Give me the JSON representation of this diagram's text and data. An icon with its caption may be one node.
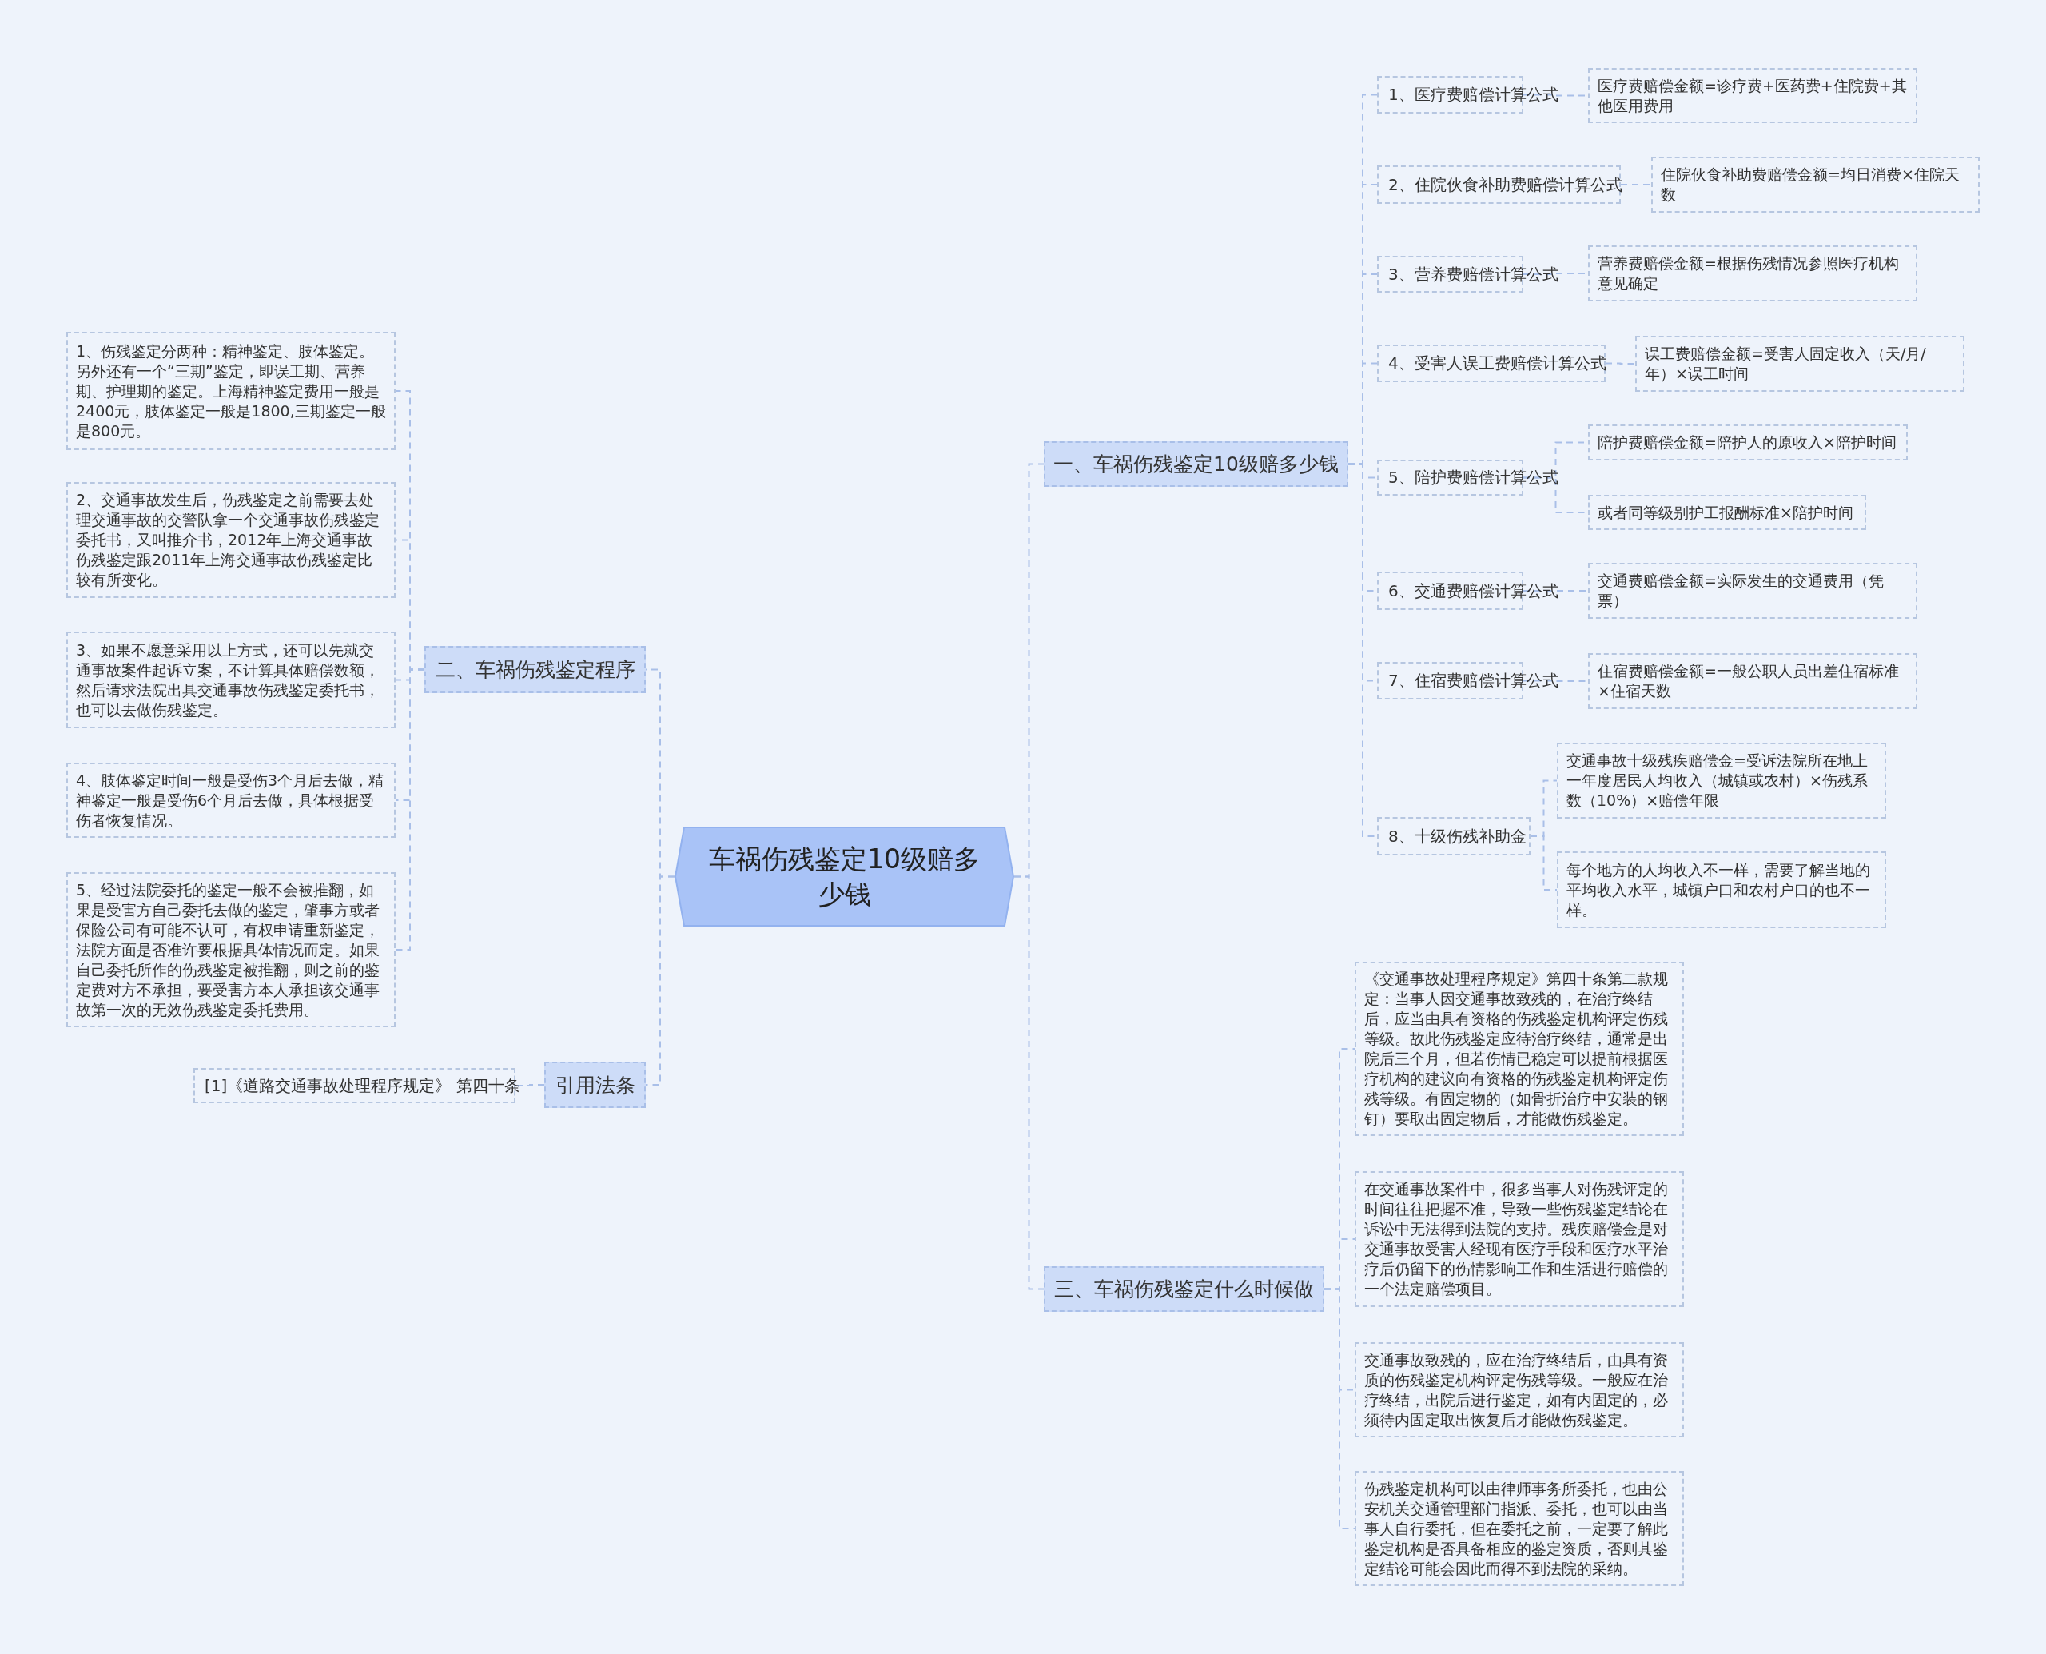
{
  "diagram": {
    "nodes": [
      {
        "text": [
          "车祸伤残鉴定10级赔多少钱"
        ]
      },
      {
        "text": [
          "一、车祸伤残鉴定10级赔多少钱"
        ]
      },
      {
        "text": [
          "1、医疗费赔偿计算公式"
        ]
      },
      {
        "text": [
          "医疗费赔偿金额=诊疗费+医药费+住院费+其他医用费用"
        ]
      },
      {
        "text": [
          "2、住院伙食补助费赔偿计算公式"
        ]
      },
      {
        "text": [
          "住院伙食补助费赔偿金额=均日消费×住院天数"
        ]
      },
      {
        "text": [
          "3、营养费赔偿计算公式"
        ]
      },
      {
        "text": [
          "营养费赔偿金额=根据伤残情况参照医疗机构意见确定"
        ]
      },
      {
        "text": [
          "4、受害人误工费赔偿计算公式"
        ]
      },
      {
        "text": [
          "误工费赔偿金额=受害人固定收入（天/月/年）×误工时间"
        ]
      },
      {
        "text": [
          "5、陪护费赔偿计算公式"
        ]
      },
      {
        "text": [
          "陪护费赔偿金额=陪护人的原收入×陪护时间"
        ]
      },
      {
        "text": [
          "或者同等级别护工报酬标准×陪护时间"
        ]
      },
      {
        "text": [
          "6、交通费赔偿计算公式"
        ]
      },
      {
        "text": [
          "交通费赔偿金额=实际发生的交通费用（凭票）"
        ]
      },
      {
        "text": [
          "7、住宿费赔偿计算公式"
        ]
      },
      {
        "text": [
          "住宿费赔偿金额=一般公职人员出差住宿标准×住宿天数"
        ]
      },
      {
        "text": [
          "8、十级伤残补助金"
        ]
      },
      {
        "text": [
          "交通事故十级残疾赔偿金=受诉法院所在地上一年度居民人均收入（城镇或农村）×伤残系数（10%）×赔偿年限"
        ]
      },
      {
        "text": [
          "每个地方的人均收入不一样，需要了解当地的平均收入水平，城镇户口和农村户口的也不一样。"
        ]
      },
      {
        "text": [
          "三、车祸伤残鉴定什么时候做"
        ]
      },
      {
        "text": [
          "《交通事故处理程序规定》第四十条第二款规定：当事人因交通事故致残的，在治疗终结后，应当由具有资格的伤残鉴定机构评定伤残等级。故此伤残鉴定应待治疗终结，通常是出院后三个月，但若伤情已稳定可以提前根据医疗机构的建议向有资格的伤残鉴定机构评定伤残等级。有固定物的（如骨折治疗中安装的钢钉）要取出固定物后，才能做伤残鉴定。"
        ]
      },
      {
        "text": [
          "在交通事故案件中，很多当事人对伤残评定的时间往往把握不准，导致一些伤残鉴定结论在诉讼中无法得到法院的支持。残疾赔偿金是对交通事故受害人经现有医疗手段和医疗水平治疗后仍留下的伤情影响工作和生活进行赔偿的一个法定赔偿项目。"
        ]
      },
      {
        "text": [
          "交通事故致残的，应在治疗终结后，由具有资质的伤残鉴定机构评定伤残等级。一般应在治疗终结，出院后进行鉴定，如有内固定的，必须待内固定取出恢复后才能做伤残鉴定。"
        ]
      },
      {
        "text": [
          "伤残鉴定机构可以由律师事务所委托，也由公安机关交通管理部门指派、委托，也可以由当事人自行委托，但在委托之前，一定要了解此鉴定机构是否具备相应的鉴定资质，否则其鉴定结论可能会因此而得不到法院的采纳。"
        ]
      },
      {
        "text": [
          "二、车祸伤残鉴定程序"
        ]
      },
      {
        "text": [
          "1、伤残鉴定分两种：精神鉴定、肢体鉴定。另外还有一个“三期”鉴定，即误工期、营养期、护理期的鉴定。上海精神鉴定费用一般是2400元，肢体鉴定一般是1800,三期鉴定一般是800元。"
        ]
      },
      {
        "text": [
          "2、交通事故发生后，伤残鉴定之前需要去处理交通事故的交警队拿一个交通事故伤残鉴定委托书，又叫推介书，2012年上海交通事故伤残鉴定跟2011年上海交通事故伤残鉴定比较有所变化。"
        ]
      },
      {
        "text": [
          "3、如果不愿意采用以上方式，还可以先就交通事故案件起诉立案，不计算具体赔偿数额，然后请求法院出具交通事故伤残鉴定委托书，也可以去做伤残鉴定。"
        ]
      },
      {
        "text": [
          "4、肢体鉴定时间一般是受伤3个月后去做，精神鉴定一般是受伤6个月后去做，具体根据受伤者恢复情况。"
        ]
      },
      {
        "text": [
          "5、经过法院委托的鉴定一般不会被推翻，如果是受害方自己委托去做的鉴定，肇事方或者保险公司有可能不认可，有权申请重新鉴定，法院方面是否准许要根据具体情况而定。如果自己委托所作的伤残鉴定被推翻，则之前的鉴定费对方不承担，要受害方本人承担该交通事故第一次的无效伤残鉴定委托费用。"
        ]
      },
      {
        "text": [
          "引用法条"
        ]
      },
      {
        "text": [
          "[1]《道路交通事故处理程序规定》 第四十条"
        ]
      }
    ],
    "edges": [
      {
        "from": 0,
        "to": 1,
        "arrow": "none"
      },
      {
        "from": 1,
        "to": 2,
        "arrow": "none"
      },
      {
        "from": 2,
        "to": 3,
        "arrow": "none"
      },
      {
        "from": 1,
        "to": 4,
        "arrow": "none"
      },
      {
        "from": 4,
        "to": 5,
        "arrow": "none"
      },
      {
        "from": 1,
        "to": 6,
        "arrow": "none"
      },
      {
        "from": 6,
        "to": 7,
        "arrow": "none"
      },
      {
        "from": 1,
        "to": 8,
        "arrow": "none"
      },
      {
        "from": 8,
        "to": 9,
        "arrow": "none"
      },
      {
        "from": 1,
        "to": 10,
        "arrow": "none"
      },
      {
        "from": 10,
        "to": 11,
        "arrow": "none"
      },
      {
        "from": 10,
        "to": 12,
        "arrow": "none"
      },
      {
        "from": 1,
        "to": 13,
        "arrow": "none"
      },
      {
        "from": 13,
        "to": 14,
        "arrow": "none"
      },
      {
        "from": 1,
        "to": 15,
        "arrow": "none"
      },
      {
        "from": 15,
        "to": 16,
        "arrow": "none"
      },
      {
        "from": 1,
        "to": 17,
        "arrow": "none"
      },
      {
        "from": 17,
        "to": 18,
        "arrow": "none"
      },
      {
        "from": 17,
        "to": 19,
        "arrow": "none"
      },
      {
        "from": 0,
        "to": 20,
        "arrow": "none"
      },
      {
        "from": 20,
        "to": 21,
        "arrow": "none"
      },
      {
        "from": 20,
        "to": 22,
        "arrow": "none"
      },
      {
        "from": 20,
        "to": 23,
        "arrow": "none"
      },
      {
        "from": 20,
        "to": 24,
        "arrow": "none"
      },
      {
        "from": 0,
        "to": 25,
        "arrow": "none"
      },
      {
        "from": 25,
        "to": 26,
        "arrow": "none"
      },
      {
        "from": 25,
        "to": 27,
        "arrow": "none"
      },
      {
        "from": 25,
        "to": 28,
        "arrow": "none"
      },
      {
        "from": 25,
        "to": 29,
        "arrow": "none"
      },
      {
        "from": 25,
        "to": 30,
        "arrow": "none"
      },
      {
        "from": 0,
        "to": 31,
        "arrow": "none"
      },
      {
        "from": 31,
        "to": 32,
        "arrow": "none"
      }
    ]
  }
}
